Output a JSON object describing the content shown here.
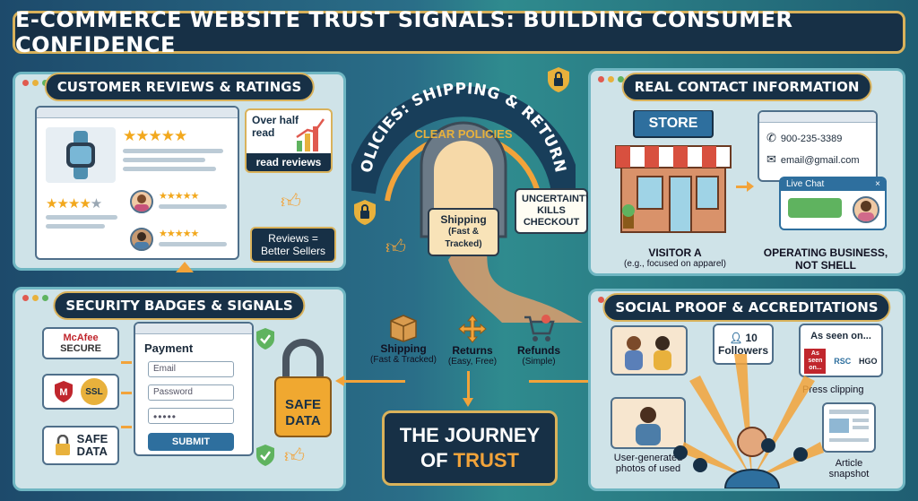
{
  "title": "E-COMMERCE WEBSITE TRUST SIGNALS: BUILDING CONSUMER CONFIDENCE",
  "reviews": {
    "heading": "CUSTOMER REVIEWS & RATINGS",
    "callout_top": "Over half read",
    "callout_bottom": "read reviews",
    "reviews_callout": "Reviews = Better Sellers"
  },
  "security": {
    "heading": "SECURITY BADGES & SIGNALS",
    "mcafee_line1": "McAfee",
    "mcafee_line2": "SECURE",
    "ssl": "SSL",
    "safe_line1": "SAFE",
    "safe_line2": "DATA",
    "payment_title": "Payment",
    "email_placeholder": "Email",
    "password_placeholder": "Password",
    "password_dots": "•••••",
    "submit": "SUBMIT",
    "lock_line1": "SAFE",
    "lock_line2": "DATA"
  },
  "policies": {
    "arc_text": "POLICIES: SHIPPING & RETURNS",
    "clear_policies": "CLEAR POLICIES",
    "shipping_tag_line1": "Shipping",
    "shipping_tag_line2": "(Fast & Tracked)",
    "uncertainty": "UNCERTAINTY KILLS CHECKOUT",
    "items": [
      {
        "label": "Shipping",
        "sub": "(Fast & Tracked)"
      },
      {
        "label": "Returns",
        "sub": "(Easy, Free)"
      },
      {
        "label": "Refunds",
        "sub": "(Simple)"
      }
    ],
    "journey_line1": "THE JOURNEY",
    "journey_line2_a": "OF ",
    "journey_line2_b": "TRUST"
  },
  "contact": {
    "heading": "REAL CONTACT INFORMATION",
    "store_sign": "STORE",
    "phone": "900-235-3389",
    "email": "email@gmail.com",
    "live_chat": "Live Chat",
    "visitor_line1": "VISITOR A",
    "visitor_line2": "(e.g., focused on apparel)",
    "operating_line1": "OPERATING BUSINESS,",
    "operating_line2": "NOT SHELL"
  },
  "social": {
    "heading": "SOCIAL PROOF & ACCREDITATIONS",
    "followers_count": "10",
    "followers_label": "Followers",
    "as_seen_on": "As seen on...",
    "press_logos": [
      "As seen on...",
      "RSC",
      "HGO"
    ],
    "press_clipping": "Press clipping",
    "ugc_line1": "User-generated",
    "ugc_line2": "photos of used",
    "article_line1": "Article",
    "article_line2": "snapshot"
  },
  "colors": {
    "accent": "#f2a33a",
    "navy": "#173046",
    "gold": "#d9b25b",
    "panel": "#cfe3e8"
  }
}
